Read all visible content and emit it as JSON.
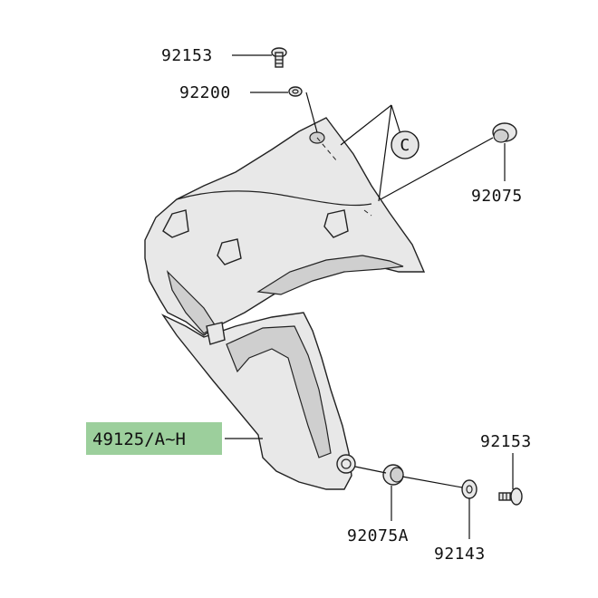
{
  "diagram": {
    "callouts": {
      "screw_top": "92153",
      "washer_top": "92200",
      "grommet_right": "92075",
      "part_main": "49125/A~H",
      "grommet_lower": "92075A",
      "washer_lower": "92143",
      "screw_lower": "92153",
      "ref_circle": "C"
    },
    "highlight_color": "#9ccf9c"
  }
}
